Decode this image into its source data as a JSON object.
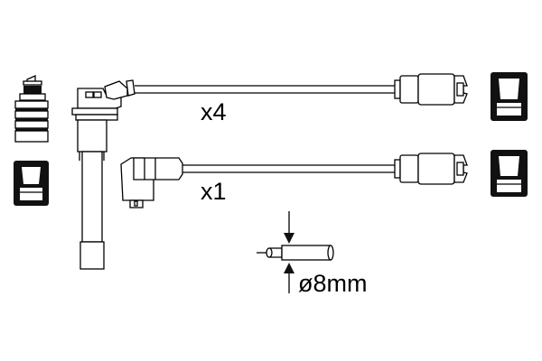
{
  "diagram": {
    "labels": {
      "long_lead_qty": "x4",
      "short_lead_qty": "x1",
      "diameter": "ø8mm"
    },
    "parts": [
      {
        "name": "spark-plug-terminal-icon"
      },
      {
        "name": "boot-seal-icon"
      },
      {
        "name": "coil-connector-icon"
      },
      {
        "name": "plug-boot-tube-icon"
      },
      {
        "name": "ignition-lead-long"
      },
      {
        "name": "ignition-lead-short"
      },
      {
        "name": "cable-cross-section-icon"
      }
    ]
  }
}
